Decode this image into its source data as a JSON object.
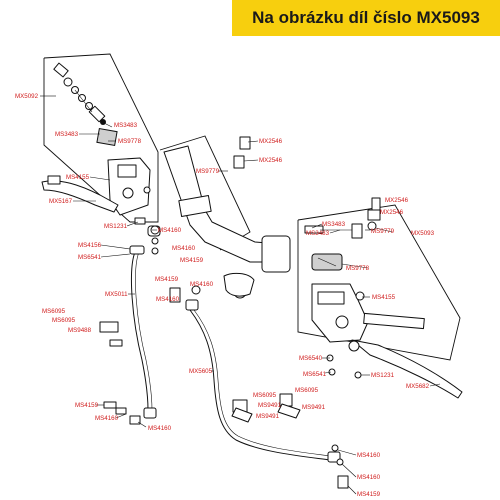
{
  "banner": {
    "text": "Na obrázku díl číslo MX5093"
  },
  "colors": {
    "banner_bg": "#f7cf0e",
    "label_color": "#d01c1c"
  },
  "labels": {
    "mx5092": "MX5092",
    "ms3483_a": "MS3483",
    "ms3483_b": "MS3483",
    "ms9778_a": "MS9778",
    "mx2546_a": "MX2546",
    "mx2546_b": "MX2546",
    "ms9779_a": "MS9779",
    "ms4155_a": "MS4155",
    "mx5167": "MX5167",
    "ms1231_a": "MS1231",
    "ms4160_a": "MS4160",
    "ms4156": "MS4156",
    "ms4160_b": "MS4160",
    "ms6541_a": "MS6541",
    "ms4159_a": "MS4159",
    "ms4159_b": "MS4159",
    "ms4160_c": "MS4160",
    "ms4160_d": "MS4160",
    "mx5011": "MX5011",
    "ms6095_a": "MS6095",
    "ms6095_b": "MS6095",
    "ms9488": "MS9488",
    "mx2546_c": "MX2546",
    "mx2546_d": "MX2546",
    "ms3483_c": "MS3483",
    "ms3483_d": "MS3483",
    "ms9779_b": "MS9779",
    "mx5093": "MX5093",
    "ms9778_b": "MS9778",
    "ms4155_b": "MS4155",
    "ms6540": "MS6540",
    "ms6541_b": "MS6541",
    "ms1231_b": "MS1231",
    "mx5682": "MX5682",
    "mx5605": "MX5605",
    "ms6095_c": "MS6095",
    "ms6095_d": "MS6095",
    "ms9491_a": "MS9491",
    "ms9491_b": "MS9491",
    "ms9491_c": "MS9491",
    "ms4159_c": "MS4159",
    "ms4160_e": "MS4160",
    "ms4160_f": "MS4160",
    "ms4160_g": "MS4160",
    "ms4160_h": "MS4160",
    "ms4159_d": "MS4159"
  }
}
